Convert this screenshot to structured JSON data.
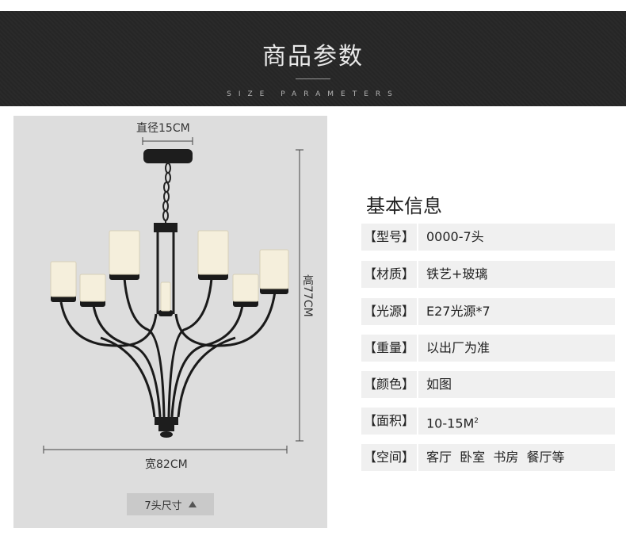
{
  "header": {
    "title": "商品参数",
    "subtitle": "SIZE PARAMETERS"
  },
  "product": {
    "dim_top": "直径15CM",
    "dim_height": "高77CM",
    "dim_width": "宽82CM",
    "size_tab": "7头尺寸"
  },
  "info": {
    "title": "基本信息",
    "rows": [
      {
        "key": "【型号】",
        "value": "0000-7头"
      },
      {
        "key": "【材质】",
        "value": "铁艺+玻璃"
      },
      {
        "key": "【光源】",
        "value": "E27光源*7"
      },
      {
        "key": "【重量】",
        "value": "以出厂为准"
      },
      {
        "key": "【颜色】",
        "value": "如图"
      },
      {
        "key": "【面积】",
        "value": "10-15M",
        "sup": "2"
      },
      {
        "key": "【空间】",
        "value": "客厅  卧室  书房  餐厅等"
      }
    ]
  }
}
